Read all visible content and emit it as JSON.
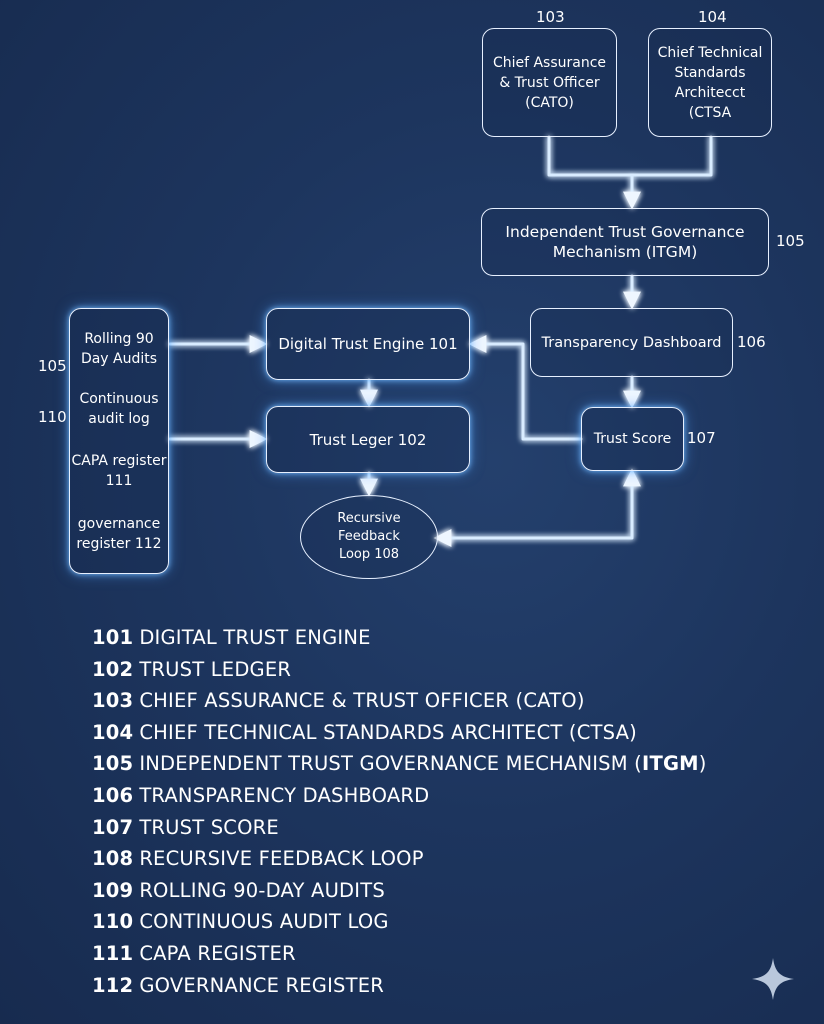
{
  "nodes": {
    "cato": {
      "number": "103",
      "label": "Chief Assurance & Trust Officer (CATO)"
    },
    "ctsa": {
      "number": "104",
      "label": "Chief Technical Standards Architecct (CTSA"
    },
    "itgm": {
      "number": "105",
      "label": "Independent Trust Governance Mechanism (ITGM)"
    },
    "engine": {
      "label": "Digital Trust Engine 101"
    },
    "dashboard": {
      "label": "Transparency Dashboard",
      "number": "106"
    },
    "ledger": {
      "label": "Trust Leger 102"
    },
    "score": {
      "label": "Trust Score",
      "number": "107"
    },
    "feedback": {
      "label": "Recursive Feedback Loop 108"
    }
  },
  "left_panel": {
    "items": [
      {
        "label": "Rolling 90 Day Audits",
        "number": "105"
      },
      {
        "label": "Continuous audit log",
        "number": "110"
      },
      {
        "label": "CAPA register 111"
      },
      {
        "label": "governance register 112"
      }
    ]
  },
  "legend": [
    {
      "number": "101",
      "text": "DIGITAL TRUST ENGINE"
    },
    {
      "number": "102",
      "text": "TRUST LEDGER"
    },
    {
      "number": "103",
      "text": "CHIEF ASSURANCE & TRUST OFFICER (CATO)"
    },
    {
      "number": "104",
      "text": "CHIEF TECHNICAL STANDARDS ARCHITECT (CTSA)"
    },
    {
      "number": "105",
      "text": "INDEPENDENT TRUST GOVERNANCE MECHANISM (",
      "strong": "ITGM",
      "suffix": ")"
    },
    {
      "number": "106",
      "text": "TRANSPARENCY DASHBOARD"
    },
    {
      "number": "107",
      "text": "TRUST SCORE"
    },
    {
      "number": "108",
      "text": "RECURSIVE FEEDBACK LOOP"
    },
    {
      "number": "109",
      "text": "ROLLING 90-DAY AUDITS"
    },
    {
      "number": "110",
      "text": "CONTINUOUS AUDIT LOG"
    },
    {
      "number": "111",
      "text": "CAPA REGISTER"
    },
    {
      "number": "112",
      "text": "GOVERNANCE REGISTER"
    }
  ],
  "colors": {
    "background": "#1d355e",
    "line": "#e7f0ff",
    "glow": "#62b4ff"
  },
  "icons": {
    "corner": "sparkle-icon"
  }
}
